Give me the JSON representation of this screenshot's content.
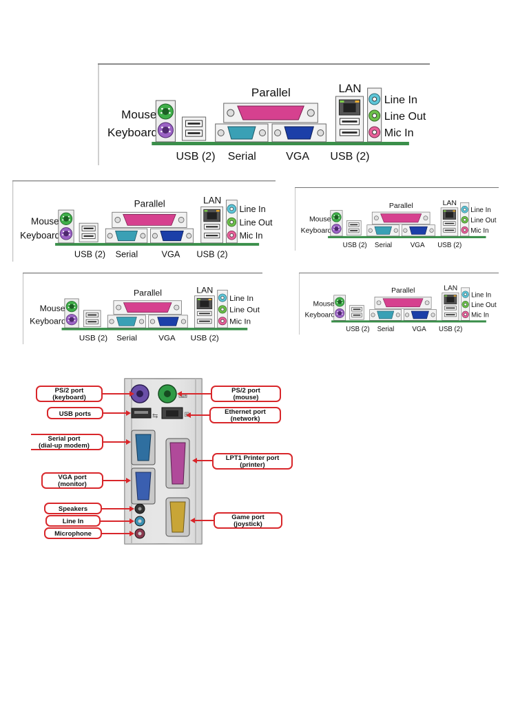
{
  "io_panel": {
    "labels": {
      "mouse": "Mouse",
      "keyboard": "Keyboard",
      "parallel": "Parallel",
      "lan": "LAN",
      "line_in": "Line In",
      "line_out": "Line Out",
      "mic_in": "Mic In",
      "usb_left": "USB (2)",
      "serial": "Serial",
      "vga": "VGA",
      "usb_right": "USB (2)"
    },
    "colors": {
      "mouse_port": "#3fae49",
      "keyboard_port": "#9b63c4",
      "parallel_port": "#d6418f",
      "serial_port": "#3aa0b5",
      "vga_port": "#1c3fa8",
      "line_in_jack": "#5ec6d8",
      "line_out_jack": "#6cc04a",
      "mic_in_jack": "#e8609a",
      "board_bar": "#3a8f4a"
    }
  },
  "case_back": {
    "callouts_left": [
      {
        "line1": "PS/2 port",
        "line2": "(keyboard)"
      },
      {
        "line1": "USB ports",
        "line2": ""
      },
      {
        "line1": "Serial port",
        "line2": "(dial-up modem)"
      },
      {
        "line1": "VGA port",
        "line2": "(monitor)"
      },
      {
        "line1": "Speakers",
        "line2": ""
      },
      {
        "line1": "Line In",
        "line2": ""
      },
      {
        "line1": "Microphone",
        "line2": ""
      }
    ],
    "callouts_right": [
      {
        "line1": "PS/2 port",
        "line2": "(mouse)"
      },
      {
        "line1": "Ethernet port",
        "line2": "(network)"
      },
      {
        "line1": "LPT1 Printer port",
        "line2": "(printer)"
      },
      {
        "line1": "Game port",
        "line2": "(joystick)"
      }
    ],
    "colors": {
      "callout_border": "#d8262a",
      "panel_metal": "#e4e4e4",
      "keyboard_port": "#6a4fa8",
      "mouse_port": "#2f9a45",
      "serial_port": "#2f6fa0",
      "vga_port": "#3a5fb0",
      "lpt_port": "#b04a9a",
      "game_port": "#c8a537"
    }
  }
}
